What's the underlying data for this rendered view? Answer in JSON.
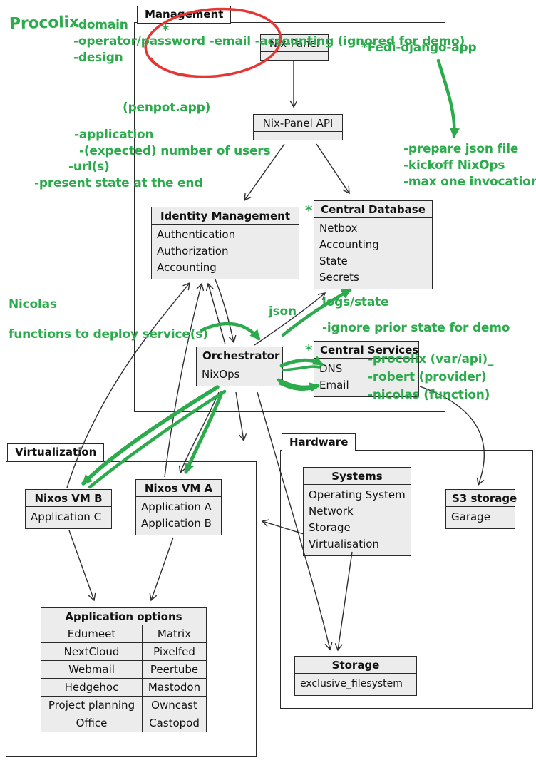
{
  "colors": {
    "box_fill": "#ececec",
    "box_border": "#2a2a2a",
    "annotation_green": "#2cab4c",
    "annotation_red": "#e63532",
    "arrow_black": "#2f2f2f"
  },
  "packages": {
    "management": {
      "label": "Management"
    },
    "virtualization": {
      "label": "Virtualization"
    },
    "hardware": {
      "label": "Hardware"
    }
  },
  "nodes": {
    "nix_panel": {
      "title": "Nix-Panel"
    },
    "nix_panel_api": {
      "title": "Nix-Panel API"
    },
    "identity_management": {
      "title": "Identity Management",
      "items": [
        "Authentication",
        "Authorization",
        "Accounting"
      ]
    },
    "central_database": {
      "title": "Central Database",
      "items": [
        "Netbox",
        "Accounting",
        "State",
        "Secrets"
      ]
    },
    "orchestrator": {
      "title": "Orchestrator",
      "items": [
        "NixOps"
      ]
    },
    "central_services": {
      "title": "Central Services",
      "items": [
        "DNS",
        "Email"
      ]
    },
    "nixos_vm_b": {
      "title": "Nixos VM B",
      "items": [
        "Application C"
      ]
    },
    "nixos_vm_a": {
      "title": "Nixos VM A",
      "items": [
        "Application A",
        "Application B"
      ]
    },
    "application_options": {
      "title": "Application options",
      "rows": [
        [
          "Edumeet",
          "Matrix"
        ],
        [
          "NextCloud",
          "Pixelfed"
        ],
        [
          "Webmail",
          "Peertube"
        ],
        [
          "Hedgehoc",
          "Mastodon"
        ],
        [
          "Project planning",
          "Owncast"
        ],
        [
          "Office",
          "Castopod"
        ]
      ]
    },
    "systems": {
      "title": "Systems",
      "items": [
        "Operating System",
        "Network",
        "Storage",
        "Virtualisation"
      ]
    },
    "s3_storage": {
      "title": "S3 storage",
      "items": [
        "Garage"
      ]
    },
    "storage": {
      "title": "Storage",
      "items": [
        "exclusive_filesystem"
      ]
    }
  },
  "annotations": {
    "procolix": "Procolix",
    "domain": "-domain",
    "operator": "-operator/password -email -accounting (ignored for demo)",
    "design": "-design",
    "mgmt_star": "*",
    "fedi": "*Fedi-django-app",
    "penpot": "(penpot.app)",
    "application": "-application",
    "users": "-(expected) number of users",
    "urls": "-url(s)",
    "present_state": "-present state at the end",
    "prepare_json": "-prepare json file",
    "kickoff": "-kickoff NixOps",
    "max_invocation": "-max one invocation",
    "nicolas": "Nicolas",
    "functions": "functions to deploy service(s)",
    "json": "json",
    "logs_state": "logs/state",
    "ignore_prior": "-ignore prior state for demo",
    "procolix_var": "-procolix (var/api)_",
    "robert": "-robert (provider)",
    "nicolas_fn": "-nicolas (function)",
    "db_star": "*",
    "services_star": "*"
  }
}
